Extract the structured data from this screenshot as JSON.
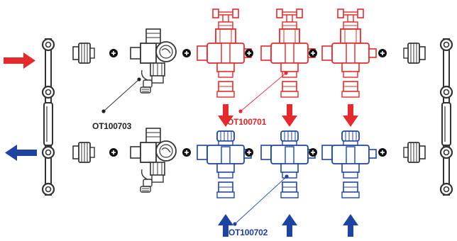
{
  "labels": {
    "pump_group_code": "OT100703",
    "supply_valve_code": "OT100701",
    "return_valve_code": "OT100702"
  },
  "colors": {
    "supply": "#e32b2e",
    "return": "#1f44a0",
    "neutral": "#333333",
    "background": "#ffffff"
  },
  "icons": {
    "plus": "plus-icon",
    "inlet_arrow": "arrow-right-icon",
    "outlet_arrow": "arrow-left-icon",
    "down_arrow": "arrow-down-icon",
    "up_arrow": "arrow-up-icon"
  }
}
